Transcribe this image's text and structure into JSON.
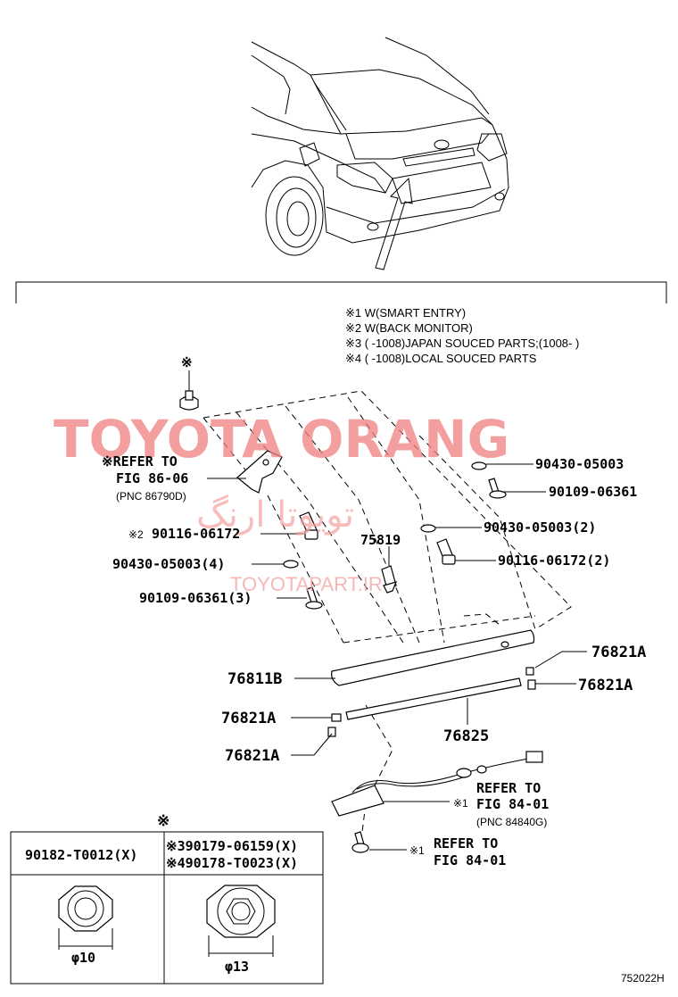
{
  "notes": {
    "n1": "※1 W(SMART ENTRY)",
    "n2": "※2 W(BACK MONITOR)",
    "n3": "※3 (      -1008)JAPAN SOUCED PARTS;(1008-      )",
    "n4": "※4 (      -1008)LOCAL SOUCED PARTS"
  },
  "callouts": {
    "clip_marker": "※",
    "refer_86_line1": "※REFER TO",
    "refer_86_line2": "FIG 86-06",
    "refer_86_pnc": "(PNC 86790D)",
    "p_90430_05003_top": "90430-05003",
    "p_90109_06361_right": "90109-06361",
    "p_90430_05003_2": "90430-05003(2)",
    "p_90116_06172_2": "90116-06172(2)",
    "p_90116_06172_left": "90116-06172",
    "p_90116_06172_left_marker": "※2",
    "p_75819": "75819",
    "p_90430_05003_4": "90430-05003(4)",
    "p_90109_06361_3": "90109-06361(3)",
    "p_76811B": "76811B",
    "p_76821A_1": "76821A",
    "p_76821A_2": "76821A",
    "p_76821A_3": "76821A",
    "p_76821A_4": "76821A",
    "p_76825": "76825",
    "refer_84_a_line1": "REFER TO",
    "refer_84_a_marker": "※1",
    "refer_84_a_line2": "FIG 84-01",
    "refer_84_a_pnc": "(PNC 84840G)",
    "refer_84_b_marker": "※1",
    "refer_84_b_line1": "REFER TO",
    "refer_84_b_line2": "FIG 84-01"
  },
  "nut_table": {
    "marker": "※",
    "left_part": "90182-T0012(X)",
    "right_part_1": "※390179-06159(X)",
    "right_part_2": "※490178-T0023(X)",
    "left_dim": "φ10",
    "right_dim": "φ13"
  },
  "watermark": {
    "brand": "TOYOTA ORANG",
    "persian": "تویوتا ارنگ",
    "url": "TOYOTAPART.IR"
  },
  "figure_id": "752022H"
}
